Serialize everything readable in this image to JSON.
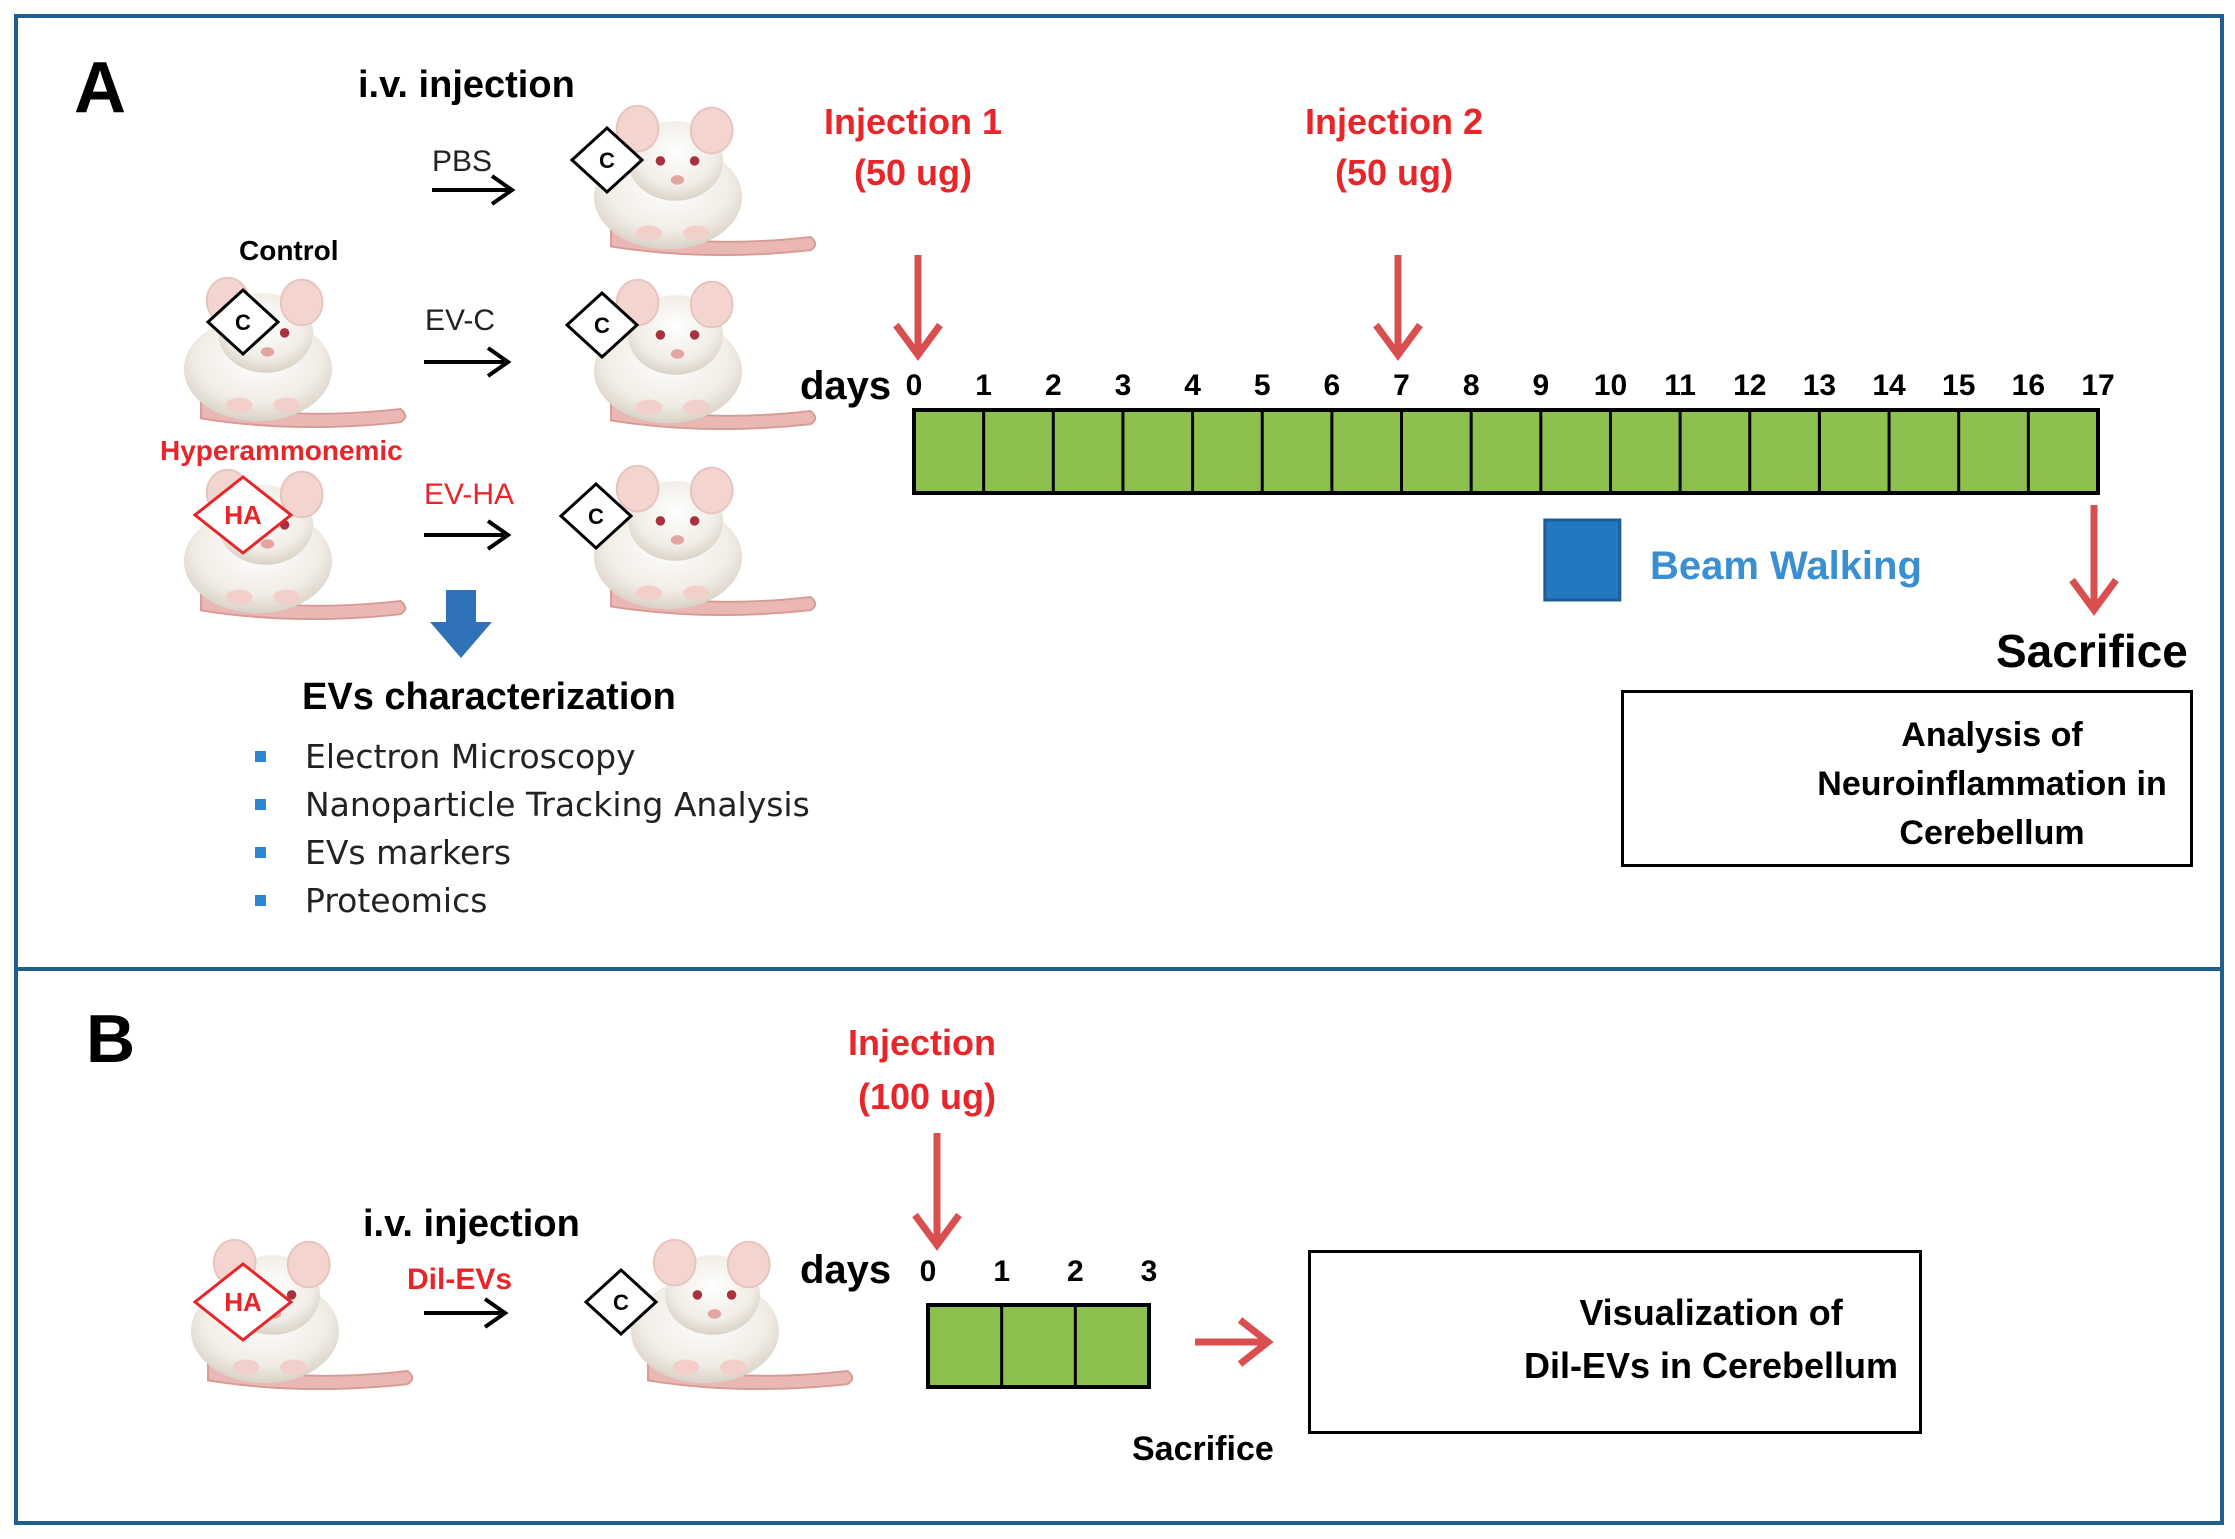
{
  "colors": {
    "border": "#1f5f8b",
    "accent_red": "#e8262a",
    "arrow_red": "#d94f4f",
    "cell_green": "#8ec04f",
    "beam_blue": "#2378c0",
    "text_blue": "#3a8fd3"
  },
  "panelA": {
    "label": "A",
    "iv_title": "i.v. injection",
    "control_label": "Control",
    "hyper_label": "Hyperammonemic",
    "groups": [
      {
        "arrow_label": "PBS",
        "badge": "C"
      },
      {
        "arrow_label": "EV-C",
        "badge": "C"
      },
      {
        "arrow_label": "EV-HA",
        "badge": "C"
      }
    ],
    "source_badges": [
      "C",
      "HA"
    ],
    "injection1": {
      "line1": "Injection 1",
      "line2": "(50 ug)",
      "day": 0
    },
    "injection2": {
      "line1": "Injection 2",
      "line2": "(50 ug)",
      "day": 7
    },
    "days_label": "days",
    "days": [
      "0",
      "1",
      "2",
      "3",
      "4",
      "5",
      "6",
      "7",
      "8",
      "9",
      "10",
      "11",
      "12",
      "13",
      "14",
      "15",
      "16",
      "17"
    ],
    "beam_label": "Beam Walking",
    "beam_day": 9,
    "sacrifice_label": "Sacrifice",
    "analysis_lines": [
      "Analysis of",
      "Neuroinflammation in",
      "Cerebellum"
    ],
    "evs_title": "EVs characterization",
    "evs_items": [
      "Electron Microscopy",
      "Nanoparticle Tracking Analysis",
      "EVs markers",
      "Proteomics"
    ]
  },
  "panelB": {
    "label": "B",
    "iv_title": "i.v. injection",
    "arrow_label": "Dil-EVs",
    "source_badge": "HA",
    "target_badge": "C",
    "injection": {
      "line1": "Injection",
      "line2": "(100 ug)",
      "day": 0
    },
    "days_label": "days",
    "days": [
      "0",
      "1",
      "2",
      "3"
    ],
    "sacrifice_label": "Sacrifice",
    "visual_lines": [
      "Visualization of",
      "Dil-EVs in Cerebellum"
    ]
  }
}
